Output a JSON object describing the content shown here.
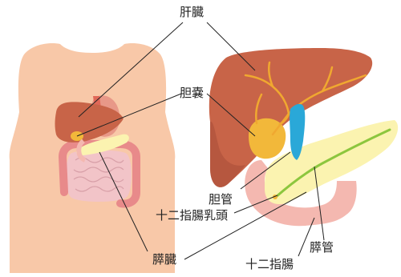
{
  "labels": {
    "liver": "肝臓",
    "gallbladder": "胆嚢",
    "bile_duct": "胆管",
    "papilla": "十二指腸乳頭",
    "pancreas": "膵臓",
    "pancreatic_duct": "膵管",
    "duodenum": "十二指腸"
  },
  "colors": {
    "skin": "#f8c8a8",
    "liver": "#c86448",
    "liver_dark": "#a84c38",
    "gallbladder": "#f2b83a",
    "bile_duct": "#f0a830",
    "common_duct": "#2aa8d8",
    "pancreas": "#fbf3b0",
    "pancreatic_duct": "#8cc63e",
    "duodenum": "#f4b8b0",
    "intestine": "#f2c4c8",
    "colon": "#e88a8a",
    "leader_line": "#222222"
  }
}
